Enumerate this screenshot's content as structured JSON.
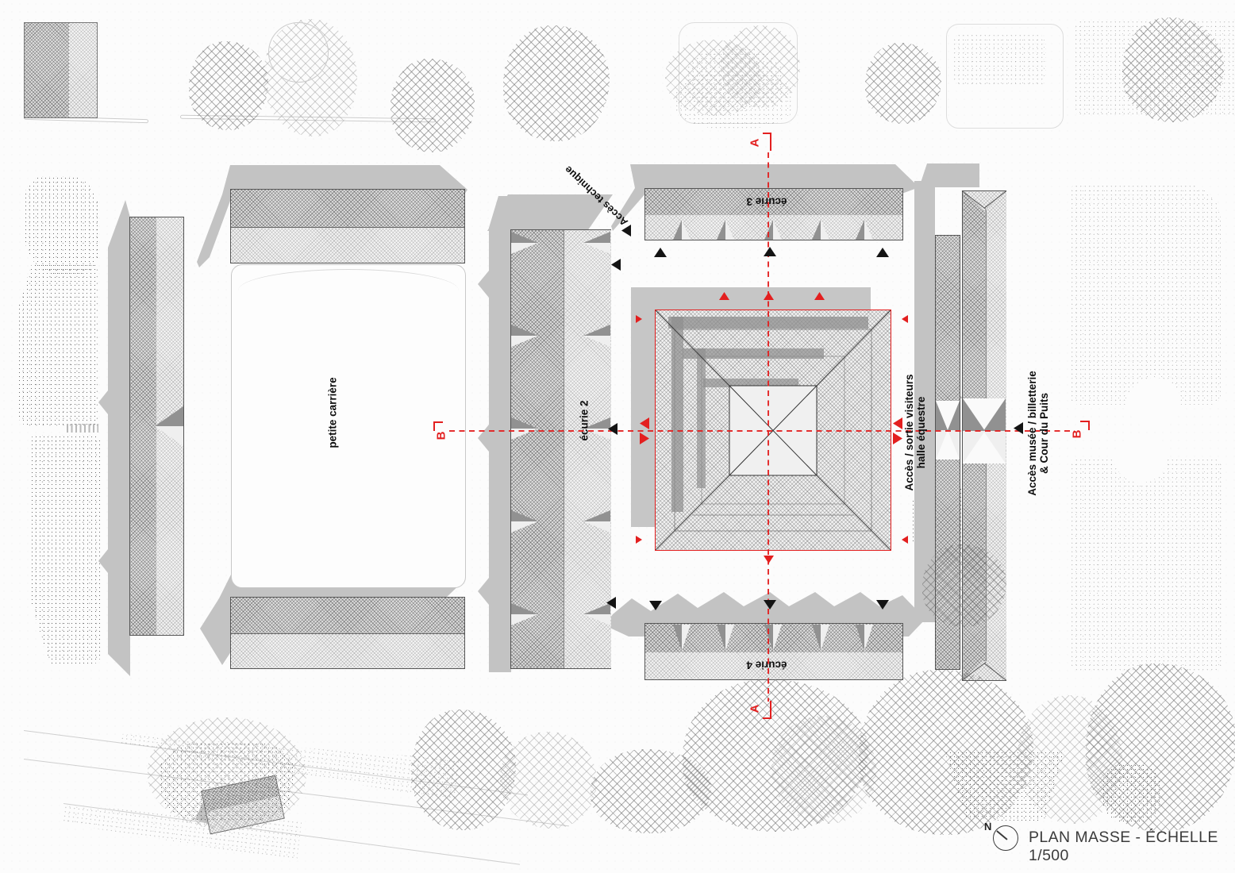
{
  "title_block": {
    "label": "PLAN MASSE - ÉCHELLE 1/500",
    "north": "N"
  },
  "sections": {
    "a": "A",
    "b": "B"
  },
  "buildings": {
    "petite_carriere": "petite carrière",
    "ecurie_2": "écurie 2",
    "ecurie_3": "écurie 3",
    "ecurie_4": "écurie 4"
  },
  "access": {
    "technique": "Accès technique",
    "visiteurs_1": "Accès / sortie visiteurs",
    "visiteurs_2": "halle équestre",
    "musee_1": "Accès musée / billetterie",
    "musee_2": "& Cour du Puits"
  },
  "colors": {
    "section_red": "#e31f1f",
    "shadow_gray": "#c3c3c3"
  }
}
